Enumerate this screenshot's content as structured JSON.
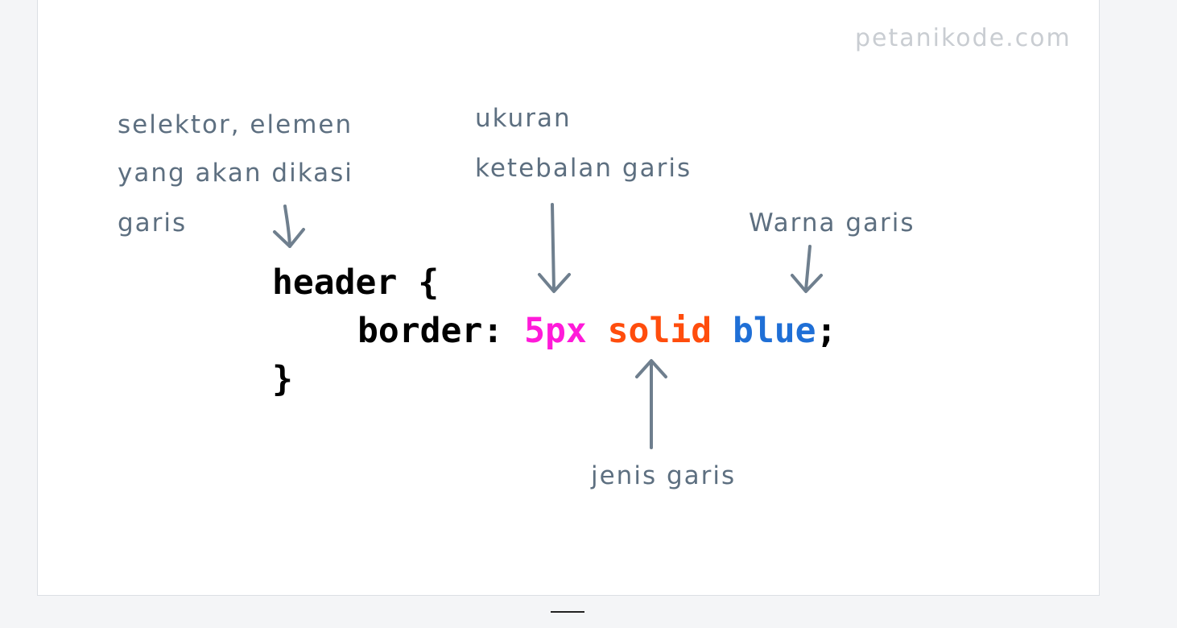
{
  "watermark": "petanikode.com",
  "annotations": {
    "selector_line1": "selektor, elemen",
    "selector_line2": "yang akan dikasi",
    "selector_line3": "garis",
    "size_line1": "ukuran",
    "size_line2": "ketebalan garis",
    "color": "Warna garis",
    "style": "jenis garis"
  },
  "code": {
    "line1": "header {",
    "property": "border:",
    "size": "5px",
    "style": "solid",
    "color": "blue",
    "semicolon": ";",
    "closing": "}"
  },
  "colors": {
    "annotation": "#5d6f80",
    "arrow": "#6f7f8e",
    "size_value": "#ff1ad9",
    "style_value": "#ff4d0d",
    "color_value": "#1f6fd6",
    "code_text": "#000000",
    "watermark": "#c9cdd2"
  }
}
